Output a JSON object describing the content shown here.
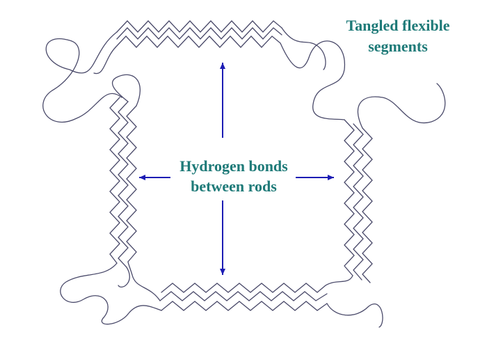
{
  "labels": {
    "center_line1": "Hydrogen bonds",
    "center_line2": "between rods",
    "corner_line1": "Tangled flexible",
    "corner_line2": "segments"
  },
  "colors": {
    "background": "#ffffff",
    "chain": "#4a4a6a",
    "arrow": "#1c1cb4",
    "label": "#1e7a78"
  },
  "components": {
    "rigid_rods": 4,
    "hydrogen_bond_arrows": 4,
    "flexible_segments": 11
  }
}
